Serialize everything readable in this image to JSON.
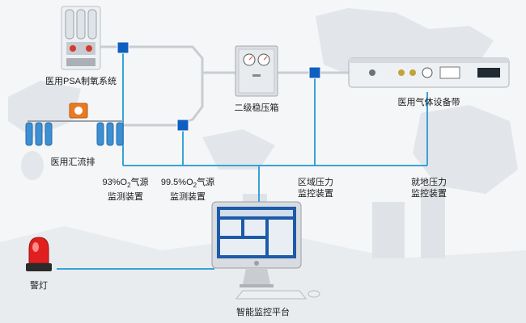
{
  "nodes": {
    "psa": {
      "label": "医用PSA制氧系统"
    },
    "manifold": {
      "label": "医用汇流排"
    },
    "box": {
      "label": "二级稳压箱"
    },
    "band": {
      "label": "医用气体设备带"
    },
    "alarm": {
      "label": "警灯"
    },
    "platform": {
      "label": "智能监控平台"
    }
  },
  "monitors": {
    "o2_93": {
      "pre": "93%O",
      "sub": "2",
      "post": "气源",
      "line2": "监测装置"
    },
    "o2_995": {
      "pre": "99.5%O",
      "sub": "2",
      "post": "气源",
      "line2": "监测装置"
    },
    "regional": {
      "line1": "区域压力",
      "line2": "监控装置"
    },
    "local": {
      "line1": "就地压力",
      "line2": "监控装置"
    }
  },
  "colors": {
    "pipe": "#c9cdd1",
    "signal": "#3aa1d8",
    "sensor": "#0e5fbf",
    "background": "#f4f6f8"
  }
}
